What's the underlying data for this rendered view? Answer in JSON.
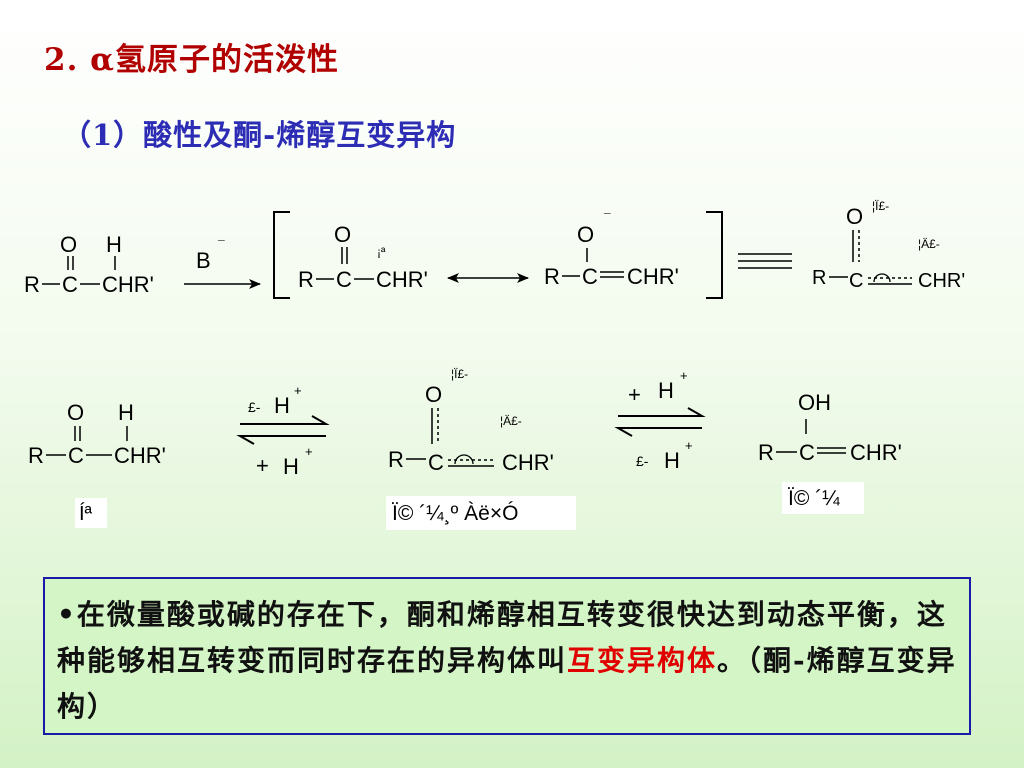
{
  "title": "2.  α氢原子的活泼性",
  "subtitle": "（1）酸性及酮-烯醇互变异构",
  "colors": {
    "title": "#b00000",
    "subtitle": "#2c2cb4",
    "highlight": "#e00000",
    "box_border": "#1a1aa8",
    "box_fill": "#d4f6c6"
  },
  "scheme1": {
    "ketone": {
      "o": "O",
      "h": "H",
      "r": "R",
      "c": "C",
      "chr": "CHR'"
    },
    "base": "B",
    "base_charge": "¯",
    "enolate_carbanion": {
      "o": "O",
      "r": "R",
      "c": "C",
      "chr": "CHR'",
      "lone_pair": "¡ª"
    },
    "enolate_oxyanion": {
      "o": "O",
      "charge": "¯",
      "r": "R",
      "c": "C",
      "chr": "CHR'"
    },
    "hybrid": {
      "o": "O",
      "r": "R",
      "c": "C",
      "chr": "CHR'",
      "label1": "¦Ï£-",
      "label2": "¦Ä£-"
    }
  },
  "scheme2": {
    "ketone": {
      "o": "O",
      "h": "H",
      "r": "R",
      "c": "C",
      "chr": "CHR'",
      "caption": "Íª"
    },
    "top_arrow": {
      "prefix": "£-",
      "h": "H",
      "plus": "+"
    },
    "bottom_arrow": {
      "prefix": "+",
      "h": "H",
      "plus": "+"
    },
    "intermediate": {
      "o": "O",
      "r": "R",
      "c": "C",
      "chr": "CHR'",
      "label1": "¦Ï£-",
      "label2": "¦Ä£-",
      "caption": "Ï© ´¼¸º  Àë×Ó"
    },
    "top_arrow2": {
      "prefix": "+",
      "h": "H",
      "plus": "+"
    },
    "bottom_arrow2": {
      "prefix": "£-",
      "h": "H",
      "plus": "+"
    },
    "enol": {
      "oh": "OH",
      "r": "R",
      "c": "C",
      "chr": "CHR'",
      "caption": "Ï© ´¼"
    }
  },
  "note": {
    "bullet": "•",
    "text_before": "在微量酸或碱的存在下，酮和烯醇相互转变很快达到动态平衡，这种能够相互转变而同时存在的异构体叫",
    "highlight": "互变异构体",
    "text_after": "。（酮-烯醇互变异构）"
  }
}
